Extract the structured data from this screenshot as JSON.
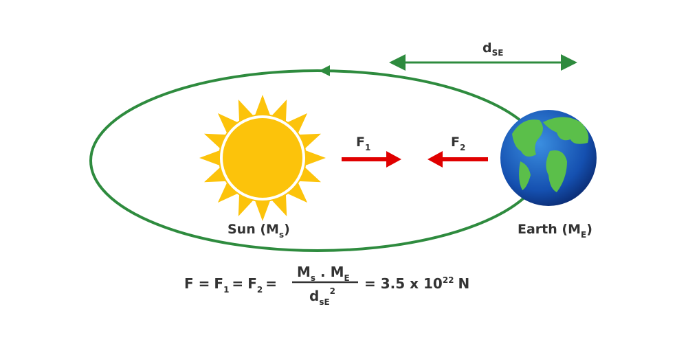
{
  "labels": {
    "distance": "d",
    "distance_sub": "SE",
    "f1": "F",
    "f1_sub": "1",
    "f2": "F",
    "f2_sub": "2",
    "sun": "Sun (M",
    "sun_sub": "s",
    "sun_close": ")",
    "earth": "Earth (M",
    "earth_sub": "E",
    "earth_close": ")"
  },
  "formula": {
    "lhs_f": "F =",
    "f1": "F",
    "f1_sub": "1",
    "eq1": "=",
    "f2": "F",
    "f2_sub": "2",
    "eq2": "=",
    "num_m1": "M",
    "num_m1_sub": "s",
    "num_dot": " . ",
    "num_m2": "M",
    "num_m2_sub": "E",
    "den_d": "d",
    "den_sub": "sE",
    "den_sup": "2",
    "result": "= 3.5 x 10",
    "result_exp": "22",
    "unit": "N"
  },
  "colors": {
    "orbit": "#2e8b3e",
    "force": "#e00000",
    "sun": "#fcc30b",
    "text": "#333333"
  }
}
